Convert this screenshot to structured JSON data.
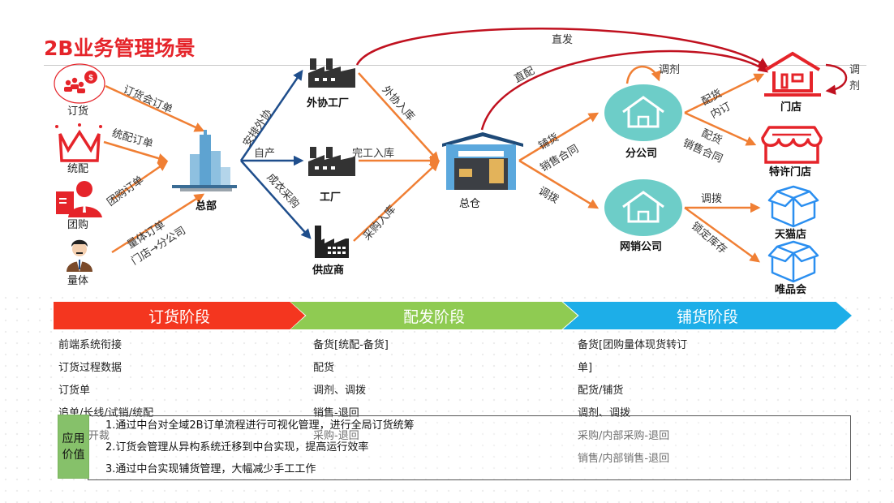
{
  "title": "2B业务管理场景",
  "colors": {
    "title_red": "#e5242a",
    "order_arrow": "#f07f34",
    "production_arrow": "#1f4e8c",
    "direct_arrow": "#c0111f",
    "branch_teal": "#6dcdc8",
    "store_red": "#e5242a",
    "online_blue": "#2b8ff0",
    "stage_order": "#f4361f",
    "stage_distribution": "#8fcb52",
    "stage_stocking": "#1daee8",
    "value_tag": "#86c16a"
  },
  "sources": [
    {
      "label": "订货",
      "icon": "order-meeting-icon"
    },
    {
      "label": "统配",
      "icon": "crown-icon"
    },
    {
      "label": "团购",
      "icon": "group-buy-icon"
    },
    {
      "label": "量体",
      "icon": "tailor-person-icon"
    }
  ],
  "source_edges": [
    "订货会订单",
    "统配订单",
    "团购订单",
    "量体订单",
    "门店→分公司"
  ],
  "nodes": {
    "hq": "总部",
    "outsource_factory": "外协工厂",
    "factory": "工厂",
    "supplier": "供应商",
    "warehouse": "总仓",
    "branch": "分公司",
    "online_company": "网销公司",
    "store": "门店",
    "franchise_store": "特许门店",
    "tmall": "天猫店",
    "vip": "唯品会"
  },
  "edges": {
    "arrange_outsource": "安排外协",
    "self_produce": "自产",
    "garment_purchase": "成衣采购",
    "outsource_in": "外协入库",
    "complete_in": "完工入库",
    "purchase_in": "采购入库",
    "direct_ship": "直发",
    "direct_distribute": "直配",
    "stock_goods": "铺货",
    "sales_contract_1": "销售合同",
    "transfer_1": "调拨",
    "adjust_branch": "调剂",
    "distribute_1": "配货",
    "internal_order": "内订",
    "distribute_2": "配货",
    "sales_contract_2": "销售合同",
    "transfer_2": "调拨",
    "lock_stock": "锁定库存",
    "adjust_store": [
      "调",
      "剂"
    ]
  },
  "stages": [
    {
      "label": "订货阶段",
      "items": [
        "前端系统衔接",
        "订货过程数据",
        "订货单",
        "追单/长线/试销/统配",
        "衔接→开裁"
      ]
    },
    {
      "label": "配发阶段",
      "items": [
        "备货[统配-备货]",
        "配货",
        "调剂、调拨",
        "销售-退回",
        "采购-退回"
      ]
    },
    {
      "label": "铺货阶段",
      "items": [
        "备货[团购量体现货转订",
        "单]",
        "配货/铺货",
        "调剂、调拨",
        "采购/内部采购-退回",
        "销售/内部销售-退回"
      ]
    }
  ],
  "application_value": {
    "tag": "应用价值",
    "tag_lines": [
      "应用",
      "价值"
    ],
    "items": [
      "1.通过中台对全域2B订单流程进行可视化管理，进行全局订货统筹",
      "2.订货会管理从异构系统迁移到中台实现，提高运行效率",
      "3.通过中台实现铺货管理，大幅减少手工工作"
    ]
  }
}
